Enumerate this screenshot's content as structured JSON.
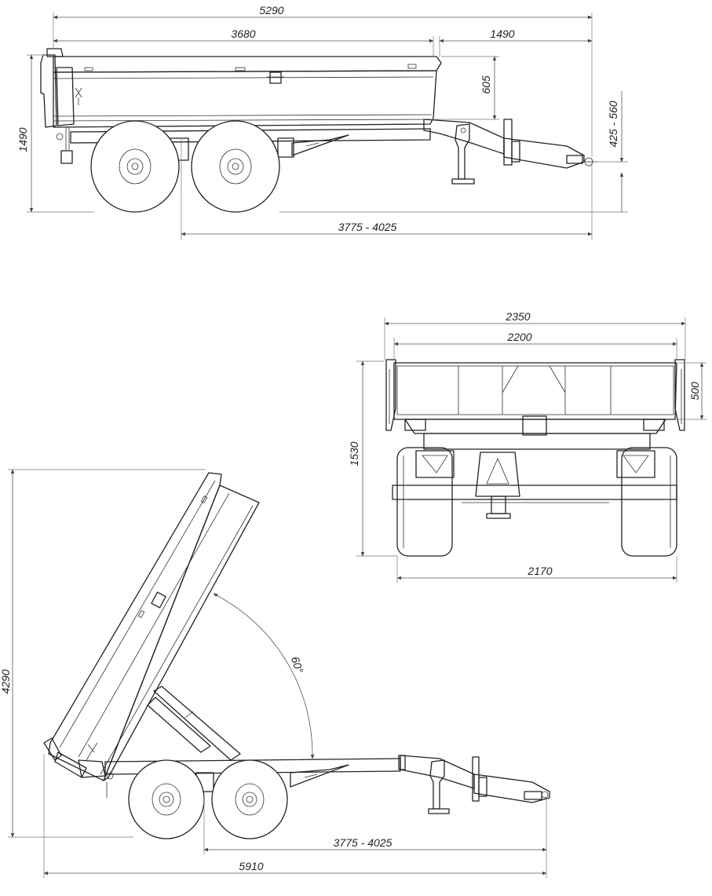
{
  "side_view": {
    "dim_overall_length": "5290",
    "dim_body_length": "3680",
    "dim_drawbar_length": "1490",
    "dim_side_height": "605",
    "dim_hitch_height": "425 - 560",
    "dim_overall_height": "1490",
    "dim_axle_to_hitch": "3775 - 4025"
  },
  "rear_view": {
    "dim_overall_width": "2350",
    "dim_body_width": "2200",
    "dim_side_height": "500",
    "dim_height": "1530",
    "dim_track_width": "2170"
  },
  "tipping_view": {
    "dim_tipped_height": "4290",
    "dim_tipping_angle": "60°",
    "dim_axle_to_hitch": "3775 - 4025",
    "dim_tipped_length": "5910"
  },
  "colors": {
    "line": "#222222",
    "dimension": "#555555",
    "background": "#ffffff"
  }
}
